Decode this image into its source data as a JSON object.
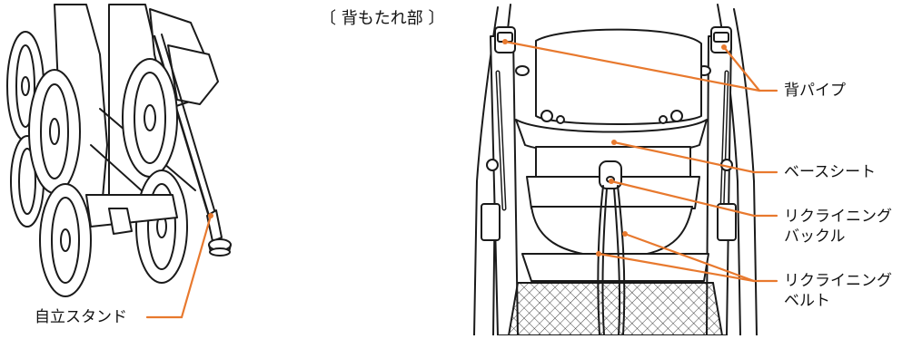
{
  "section_title": "〔 背もたれ部 〕",
  "labels": {
    "stand": "自立スタンド",
    "back_pipe": "背パイプ",
    "base_seat": "ベースシート",
    "reclining_buckle": [
      "リクライニング",
      "バックル"
    ],
    "reclining_belt": [
      "リクライニング",
      "ベルト"
    ]
  },
  "colors": {
    "leader": "#e8792e",
    "line": "#1a1a1a",
    "text": "#111111"
  }
}
